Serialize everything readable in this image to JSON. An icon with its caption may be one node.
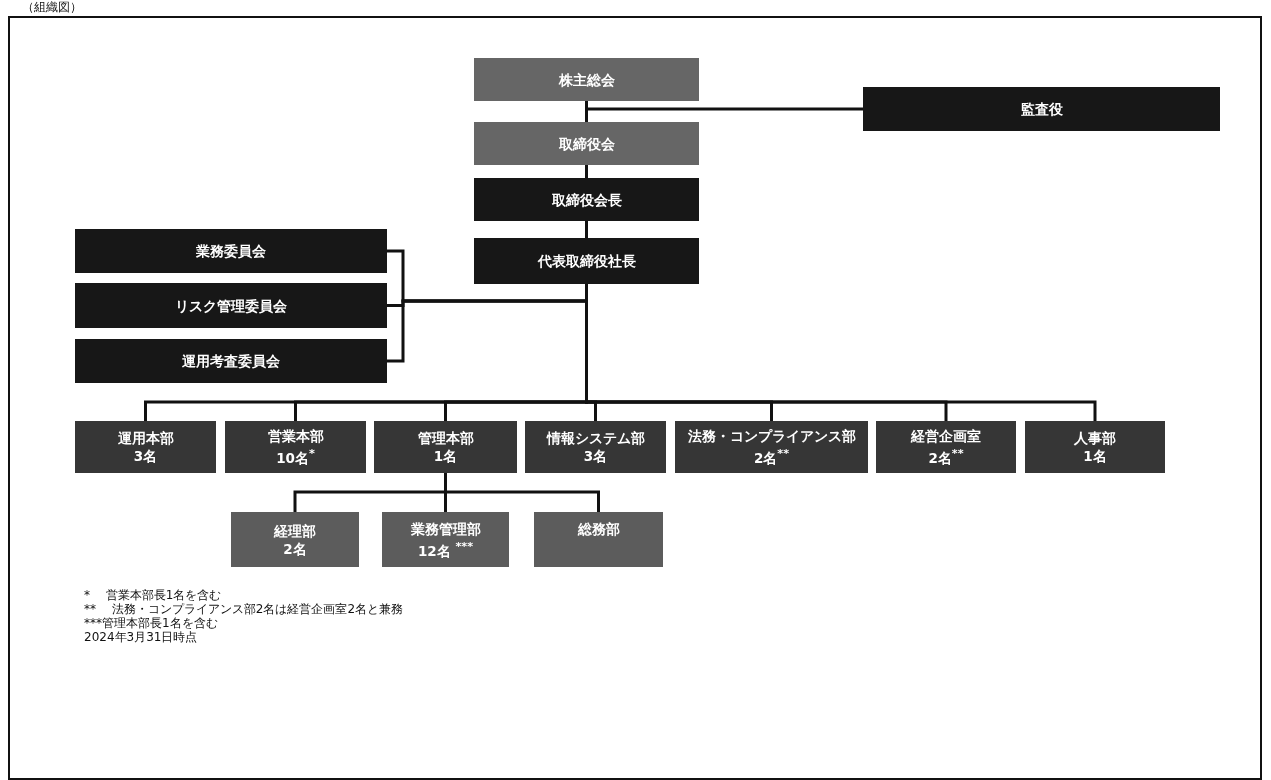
{
  "diagram": {
    "title": "（組織図）",
    "nodes": [
      {
        "text": [
          "株主総会"
        ]
      },
      {
        "text": [
          "監査役"
        ]
      },
      {
        "text": [
          "取締役会"
        ]
      },
      {
        "text": [
          "取締役会長"
        ]
      },
      {
        "text": [
          "代表取締役社長"
        ]
      },
      {
        "text": [
          "業務委員会"
        ]
      },
      {
        "text": [
          "リスク管理委員会"
        ]
      },
      {
        "text": [
          "運用考査委員会"
        ]
      },
      {
        "text": [
          "運用本部 3名"
        ]
      },
      {
        "text": [
          "営業本部 10名$^{*}$"
        ]
      },
      {
        "text": [
          "管理本部 1名"
        ]
      },
      {
        "text": [
          "情報システム部 3名"
        ]
      },
      {
        "text": [
          "法務・コンプライアンス部 2名$^{**}$"
        ]
      },
      {
        "text": [
          "経営企画室 2名$^{**}$"
        ]
      },
      {
        "text": [
          "人事部 1名"
        ]
      },
      {
        "text": [
          "経理部 2名"
        ]
      },
      {
        "text": [
          "業務管理部 12名 $^{***}$"
        ]
      },
      {
        "text": [
          "総務部"
        ]
      }
    ],
    "edges": [
      {
        "from": 0,
        "to": 2,
        "arrow": "none"
      },
      {
        "from": 0,
        "to": 1,
        "arrow": "none"
      },
      {
        "from": 2,
        "to": 3,
        "arrow": "none"
      },
      {
        "from": 3,
        "to": 4,
        "arrow": "none"
      },
      {
        "from": 4,
        "to": 5,
        "arrow": "none"
      },
      {
        "from": 4,
        "to": 6,
        "arrow": "none"
      },
      {
        "from": 4,
        "to": 7,
        "arrow": "none"
      },
      {
        "from": 4,
        "to": 8,
        "arrow": "none"
      },
      {
        "from": 4,
        "to": 9,
        "arrow": "none"
      },
      {
        "from": 4,
        "to": 10,
        "arrow": "none"
      },
      {
        "from": 4,
        "to": 11,
        "arrow": "none"
      },
      {
        "from": 4,
        "to": 12,
        "arrow": "none"
      },
      {
        "from": 4,
        "to": 13,
        "arrow": "none"
      },
      {
        "from": 4,
        "to": 14,
        "arrow": "none"
      },
      {
        "from": 10,
        "to": 15,
        "arrow": "none"
      },
      {
        "from": 10,
        "to": 16,
        "arrow": "none"
      },
      {
        "from": 10,
        "to": 17,
        "arrow": "none"
      }
    ],
    "labels": [
      "* 　営業本部長1名を含む",
      "** 　法務・コンプライアンス部2名は経営企画室2名と兼務",
      "***管理本部長1名を含む",
      "2024年3月31日時点"
    ]
  }
}
